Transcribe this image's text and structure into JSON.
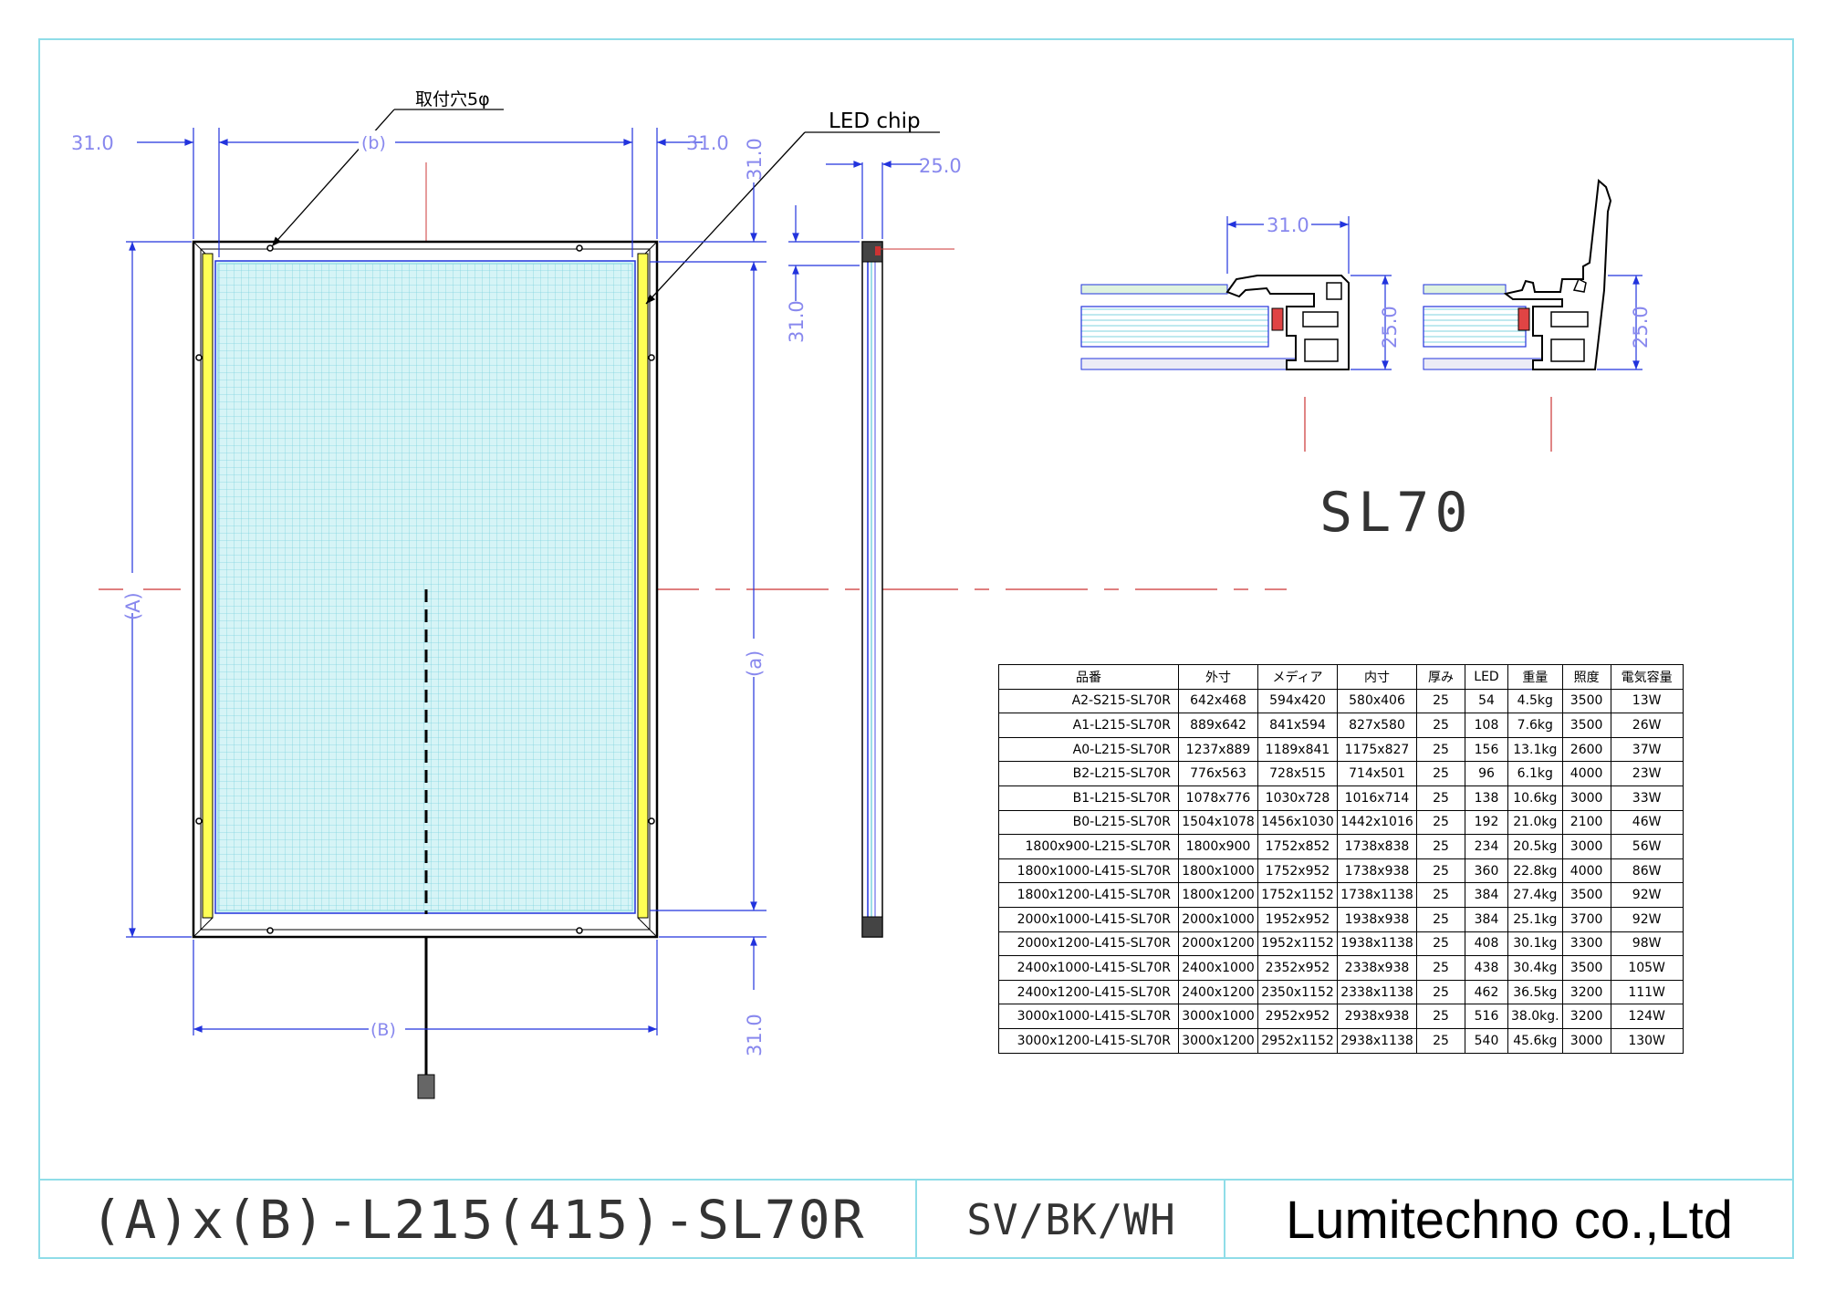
{
  "drawing": {
    "mount_hole_label": "取付穴5φ",
    "led_chip_label": "LED chip",
    "dim_31": "31.0",
    "dim_25": "25.0",
    "dim_A": "(A)",
    "dim_B": "(B)",
    "dim_a": "(a)",
    "dim_b": "(b)",
    "section_title": "SL70"
  },
  "table": {
    "headers": [
      "品番",
      "外寸",
      "メディア",
      "内寸",
      "厚み",
      "LED",
      "重量",
      "照度",
      "電気容量"
    ],
    "rows": [
      [
        "A2-S215-SL70R",
        "642x468",
        "594x420",
        "580x406",
        "25",
        "54",
        "4.5kg",
        "3500",
        "13W"
      ],
      [
        "A1-L215-SL70R",
        "889x642",
        "841x594",
        "827x580",
        "25",
        "108",
        "7.6kg",
        "3500",
        "26W"
      ],
      [
        "A0-L215-SL70R",
        "1237x889",
        "1189x841",
        "1175x827",
        "25",
        "156",
        "13.1kg",
        "2600",
        "37W"
      ],
      [
        "B2-L215-SL70R",
        "776x563",
        "728x515",
        "714x501",
        "25",
        "96",
        "6.1kg",
        "4000",
        "23W"
      ],
      [
        "B1-L215-SL70R",
        "1078x776",
        "1030x728",
        "1016x714",
        "25",
        "138",
        "10.6kg",
        "3000",
        "33W"
      ],
      [
        "B0-L215-SL70R",
        "1504x1078",
        "1456x1030",
        "1442x1016",
        "25",
        "192",
        "21.0kg",
        "2100",
        "46W"
      ],
      [
        "1800x900-L215-SL70R",
        "1800x900",
        "1752x852",
        "1738x838",
        "25",
        "234",
        "20.5kg",
        "3000",
        "56W"
      ],
      [
        "1800x1000-L415-SL70R",
        "1800x1000",
        "1752x952",
        "1738x938",
        "25",
        "360",
        "22.8kg",
        "4000",
        "86W"
      ],
      [
        "1800x1200-L415-SL70R",
        "1800x1200",
        "1752x1152",
        "1738x1138",
        "25",
        "384",
        "27.4kg",
        "3500",
        "92W"
      ],
      [
        "2000x1000-L415-SL70R",
        "2000x1000",
        "1952x952",
        "1938x938",
        "25",
        "384",
        "25.1kg",
        "3700",
        "92W"
      ],
      [
        "2000x1200-L415-SL70R",
        "2000x1200",
        "1952x1152",
        "1938x1138",
        "25",
        "408",
        "30.1kg",
        "3300",
        "98W"
      ],
      [
        "2400x1000-L415-SL70R",
        "2400x1000",
        "2352x952",
        "2338x938",
        "25",
        "438",
        "30.4kg",
        "3500",
        "105W"
      ],
      [
        "2400x1200-L415-SL70R",
        "2400x1200",
        "2350x1152",
        "2338x1138",
        "25",
        "462",
        "36.5kg",
        "3200",
        "111W"
      ],
      [
        "3000x1000-L415-SL70R",
        "3000x1000",
        "2952x952",
        "2938x938",
        "25",
        "516",
        "38.0kg.",
        "3200",
        "124W"
      ],
      [
        "3000x1200-L415-SL70R",
        "3000x1200",
        "2952x1152",
        "2938x1138",
        "25",
        "540",
        "45.6kg",
        "3000",
        "130W"
      ]
    ]
  },
  "title_block": {
    "part_number": "(A)x(B)-L215(415)-SL70R",
    "colors": "SV/BK/WH",
    "company": "Lumitechno co.,Ltd"
  },
  "palette": {
    "border": "#8fdde8",
    "dimension": "#2233dd",
    "media_fill": "#c8f0f2",
    "grid": "#7fd3df",
    "led_strip": "#ffff55",
    "centerline": "#cc3333"
  }
}
